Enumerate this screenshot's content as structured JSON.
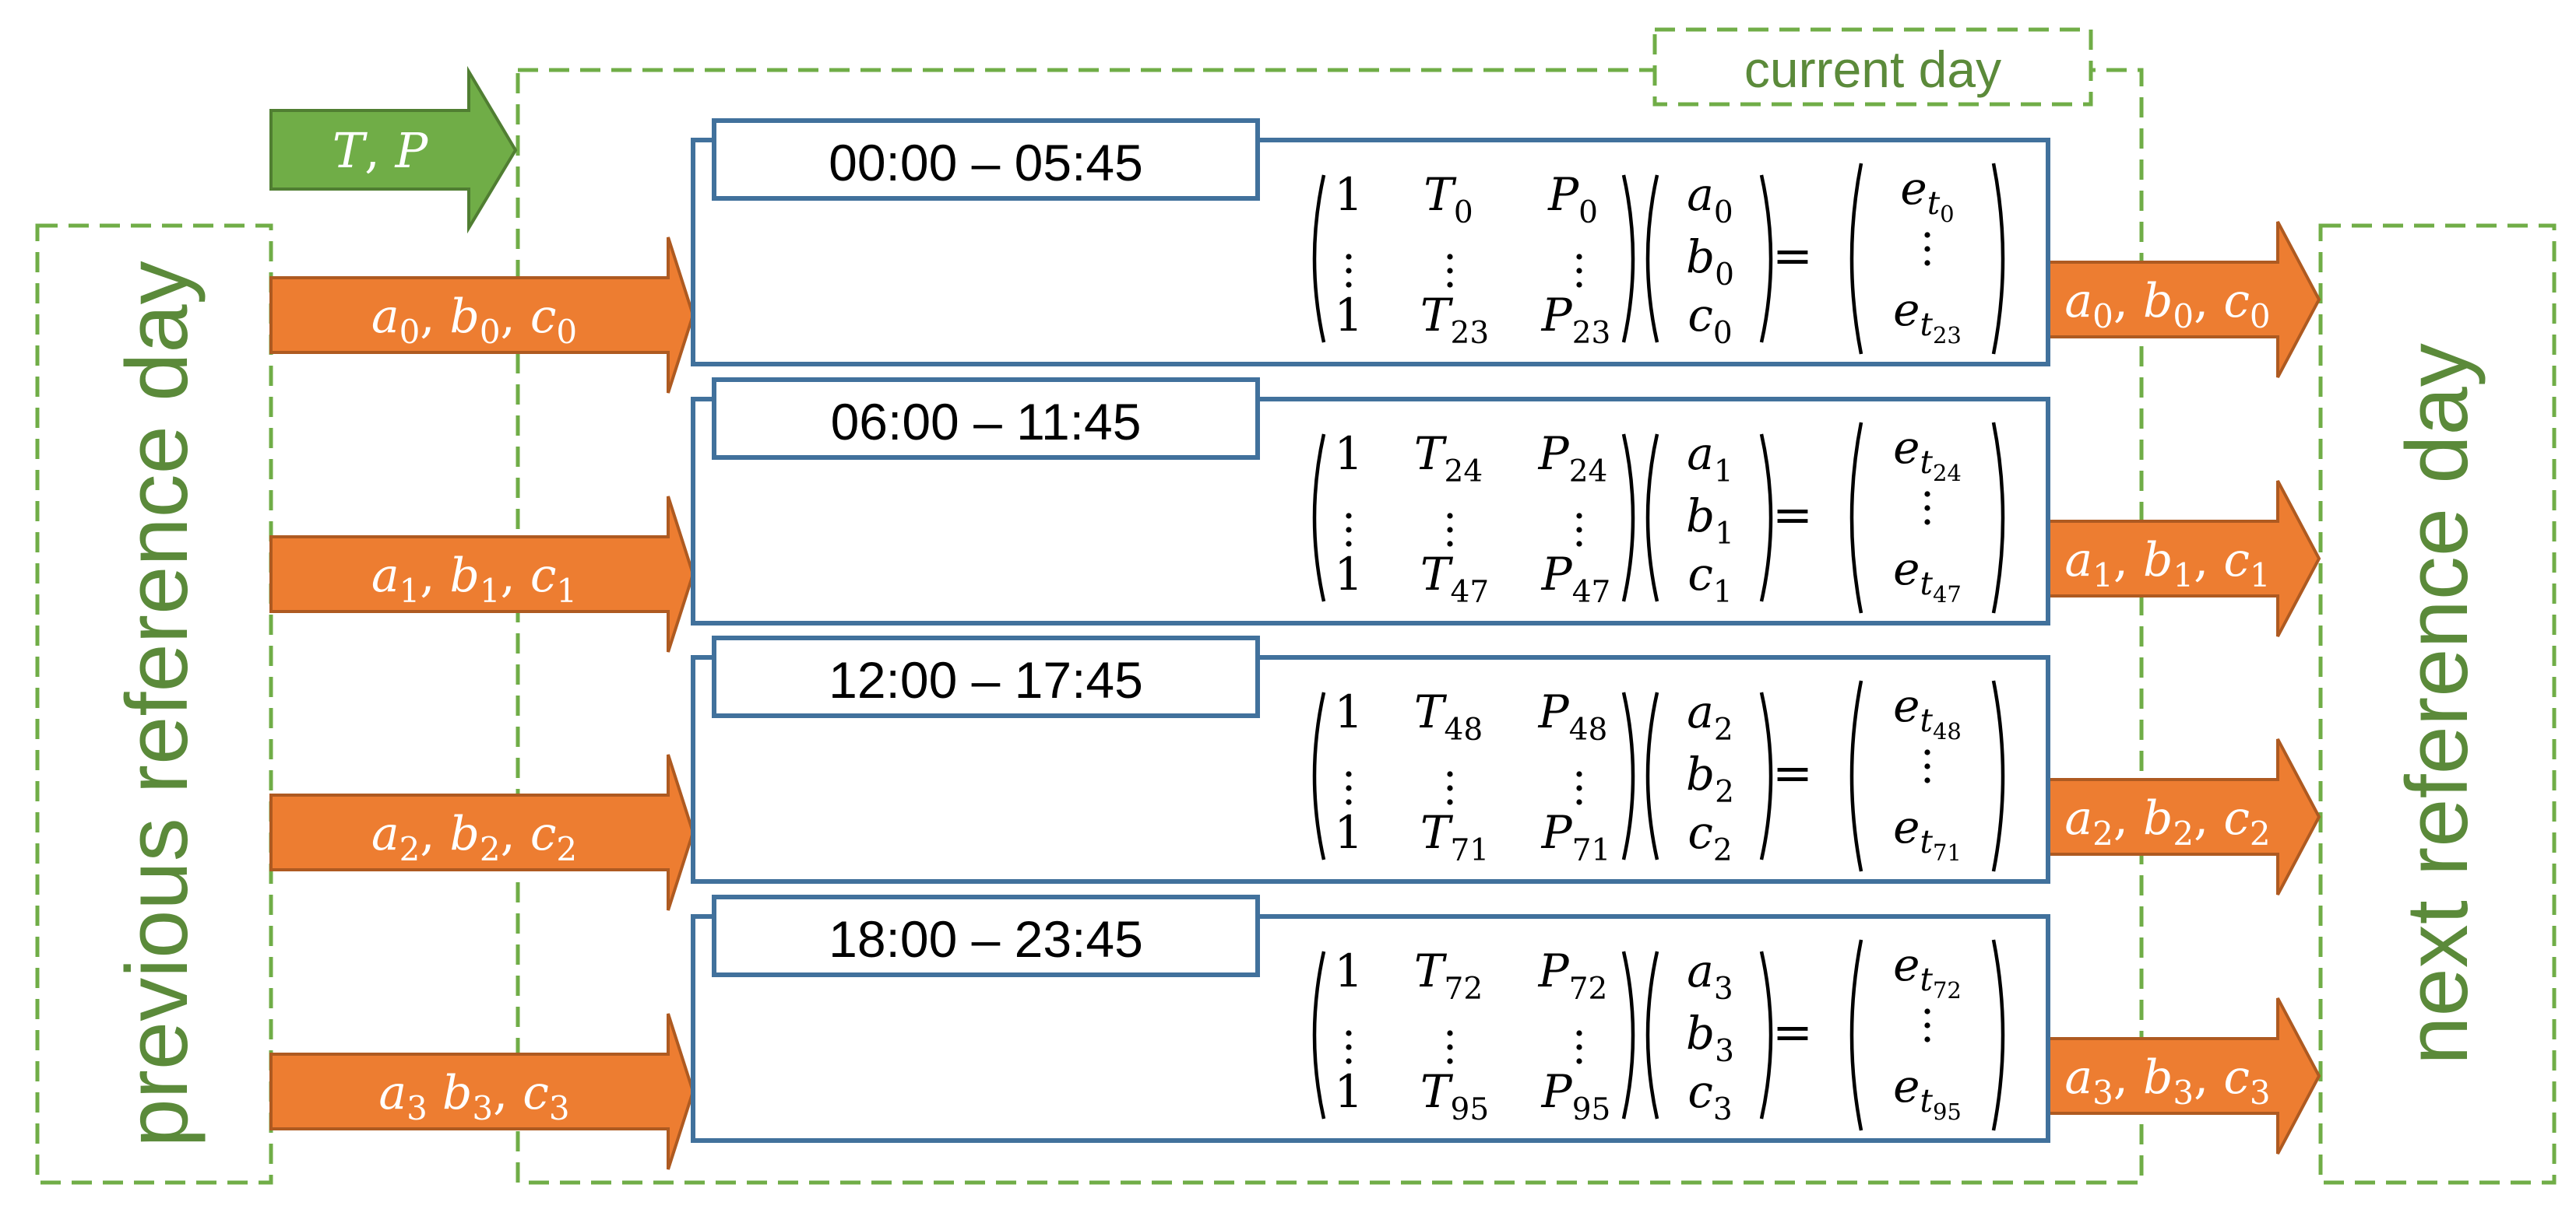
{
  "colors": {
    "green": "#70ad47",
    "green_dark": "#507e32",
    "orange": "#ed7d31",
    "orange_dark": "#ae5a21",
    "blue": "#41719c",
    "label_green": "#5b8a3a"
  },
  "labels": {
    "current_day": "current day",
    "previous_reference_day": "previous reference day",
    "next_reference_day": "next reference day",
    "input_arrow": "T, P"
  },
  "blocks": [
    {
      "time": "00:00 – 05:45",
      "row_first": [
        "1",
        "T",
        "0",
        "P",
        "0"
      ],
      "row_last": [
        "1",
        "T",
        "23",
        "P",
        "23"
      ],
      "coef": [
        [
          "a",
          "0"
        ],
        [
          "b",
          "0"
        ],
        [
          "c",
          "0"
        ]
      ],
      "rhs_first": [
        "e",
        "t",
        "0"
      ],
      "rhs_last": [
        "e",
        "t",
        "23"
      ],
      "arrow_in": "a0, b0, c0",
      "arrow_out": "a0, b0, c0"
    },
    {
      "time": "06:00 – 11:45",
      "row_first": [
        "1",
        "T",
        "24",
        "P",
        "24"
      ],
      "row_last": [
        "1",
        "T",
        "47",
        "P",
        "47"
      ],
      "coef": [
        [
          "a",
          "1"
        ],
        [
          "b",
          "1"
        ],
        [
          "c",
          "1"
        ]
      ],
      "rhs_first": [
        "e",
        "t",
        "24"
      ],
      "rhs_last": [
        "e",
        "t",
        "47"
      ],
      "arrow_in": "a1, b1, c1",
      "arrow_out": "a1, b1, c1"
    },
    {
      "time": "12:00 – 17:45",
      "row_first": [
        "1",
        "T",
        "48",
        "P",
        "48"
      ],
      "row_last": [
        "1",
        "T",
        "71",
        "P",
        "71"
      ],
      "coef": [
        [
          "a",
          "2"
        ],
        [
          "b",
          "2"
        ],
        [
          "c",
          "2"
        ]
      ],
      "rhs_first": [
        "e",
        "t",
        "48"
      ],
      "rhs_last": [
        "e",
        "t",
        "71"
      ],
      "arrow_in": "a2, b2, c2",
      "arrow_out": "a2, b2, c2"
    },
    {
      "time": "18:00 – 23:45",
      "row_first": [
        "1",
        "T",
        "72",
        "P",
        "72"
      ],
      "row_last": [
        "1",
        "T",
        "95",
        "P",
        "95"
      ],
      "coef": [
        [
          "a",
          "3"
        ],
        [
          "b",
          "3"
        ],
        [
          "c",
          "3"
        ]
      ],
      "rhs_first": [
        "e",
        "t",
        "72"
      ],
      "rhs_last": [
        "e",
        "t",
        "95"
      ],
      "arrow_in": "a3 b3, c3",
      "arrow_out": "a3, b3, c3"
    }
  ]
}
